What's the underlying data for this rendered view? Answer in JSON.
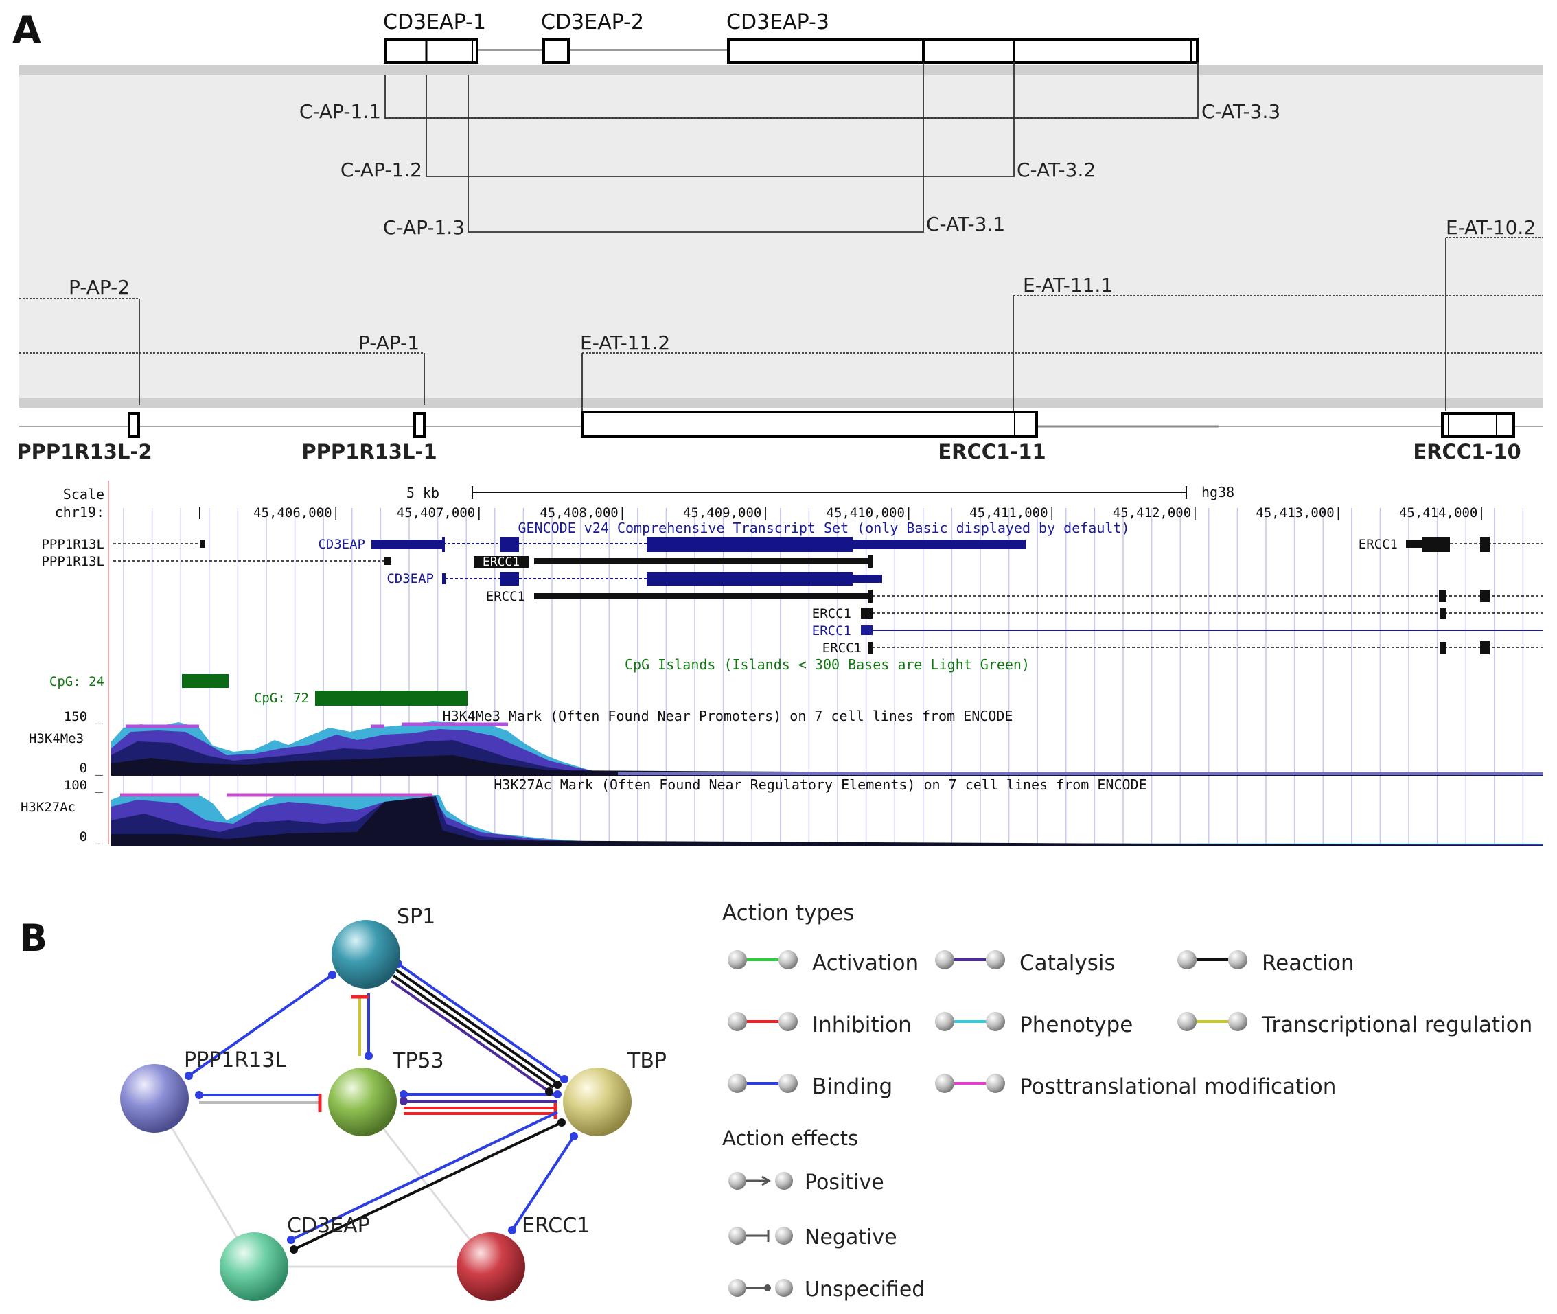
{
  "panel_a": {
    "letter": "A",
    "top_genes": [
      {
        "id": "cd3eap1",
        "label": "CD3EAP-1"
      },
      {
        "id": "cd3eap2",
        "label": "CD3EAP-2"
      },
      {
        "id": "cd3eap3",
        "label": "CD3EAP-3"
      }
    ],
    "connectors": [
      "C-AP-1.1",
      "C-AP-1.2",
      "C-AP-1.3",
      "C-AT-3.3",
      "C-AT-3.2",
      "C-AT-3.1",
      "P-AP-2",
      "P-AP-1",
      "E-AT-11.2",
      "E-AT-11.1",
      "E-AT-10.2"
    ],
    "bottom_genes": [
      "PPP1R13L-2",
      "PPP1R13L-1",
      "ERCC1-11",
      "ERCC1-10"
    ],
    "browser": {
      "scale_label": "Scale",
      "scale_value": "5 kb",
      "assembly": "hg38",
      "chrom_label": "chr19:",
      "positions": [
        "45,406,000|",
        "45,407,000|",
        "45,408,000|",
        "45,409,000|",
        "45,410,000|",
        "45,411,000|",
        "45,412,000|",
        "45,413,000|",
        "45,414,000|"
      ],
      "gencode_title": "GENCODE v24 Comprehensive Transcript Set (only Basic displayed by default)",
      "transcripts": [
        "PPP1R13L",
        "PPP1R13L",
        "CD3EAP",
        "CD3EAP",
        "ERCC1",
        "ERCC1",
        "ERCC1",
        "ERCC1",
        "ERCC1",
        "ERCC1"
      ],
      "cpg_title": "CpG Islands (Islands < 300 Bases are Light Green)",
      "cpg_islands": [
        {
          "label": "CpG: 24"
        },
        {
          "label": "CpG: 72"
        }
      ],
      "h3k4me3": {
        "title": "H3K4Me3 Mark (Often Found Near Promoters) on 7 cell lines from ENCODE",
        "track": "H3K4Me3",
        "max": "150 _",
        "min": "0 _"
      },
      "h3k27ac": {
        "title": "H3K27Ac Mark (Often Found Near Regulatory Elements) on 7 cell lines from ENCODE",
        "track": "H3K27Ac",
        "max": "100 _",
        "min": "0 _"
      }
    }
  },
  "panel_b": {
    "letter": "B",
    "nodes": [
      {
        "id": "SP1",
        "label": "SP1",
        "color": "#3d9bb0"
      },
      {
        "id": "PPP1R13L",
        "label": "PPP1R13L",
        "color": "#8d8fd6"
      },
      {
        "id": "TP53",
        "label": "TP53",
        "color": "#8fbf52"
      },
      {
        "id": "TBP",
        "label": "TBP",
        "color": "#d8cf86"
      },
      {
        "id": "CD3EAP",
        "label": "CD3EAP",
        "color": "#6fd0a5"
      },
      {
        "id": "ERCC1",
        "label": "ERCC1",
        "color": "#cf3f48"
      }
    ],
    "legend_title": "Action  types",
    "action_types": [
      {
        "label": "Activation",
        "color": "#2ecc40"
      },
      {
        "label": "Catalysis",
        "color": "#4b2c9a"
      },
      {
        "label": "Reaction",
        "color": "#111111"
      },
      {
        "label": "Inhibition",
        "color": "#e8262a"
      },
      {
        "label": "Phenotype",
        "color": "#38c9d8"
      },
      {
        "label": "Transcriptional regulation",
        "color": "#c8c631"
      },
      {
        "label": "Binding",
        "color": "#2d3fe0"
      },
      {
        "label": "Posttranslational modification",
        "color": "#e83ecf"
      }
    ],
    "effects_title": "Action effects",
    "action_effects": [
      "Positive",
      "Negative",
      "Unspecified"
    ]
  }
}
